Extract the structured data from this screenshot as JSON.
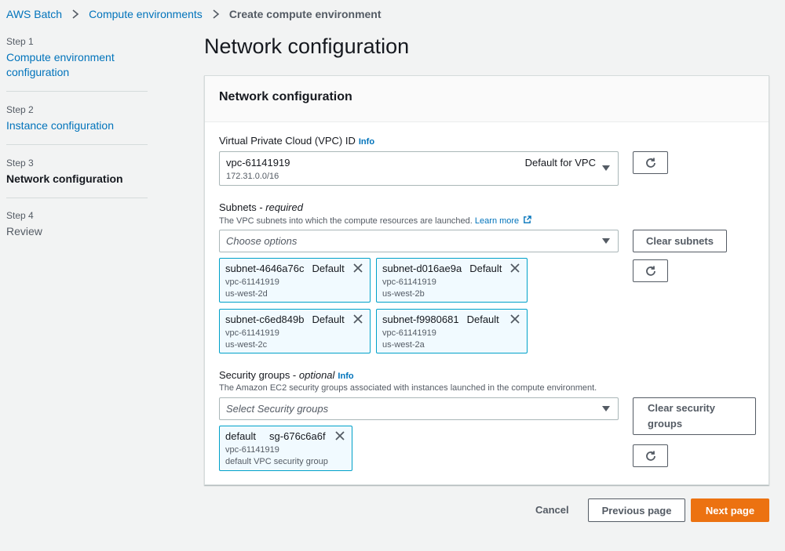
{
  "breadcrumb": {
    "items": [
      "AWS Batch",
      "Compute environments"
    ],
    "current": "Create compute environment"
  },
  "steps": [
    {
      "label": "Step 1",
      "title": "Compute environment configuration"
    },
    {
      "label": "Step 2",
      "title": "Instance configuration"
    },
    {
      "label": "Step 3",
      "title": "Network configuration"
    },
    {
      "label": "Step 4",
      "title": "Review"
    }
  ],
  "page_title": "Network configuration",
  "section_title": "Network configuration",
  "vpc": {
    "label": "Virtual Private Cloud (VPC) ID",
    "info": "Info",
    "value": "vpc-61141919",
    "tag": "Default for VPC",
    "cidr": "172.31.0.0/16"
  },
  "subnets": {
    "label": "Subnets - ",
    "label_qualifier": "required",
    "description": "The VPC subnets into which the compute resources are launched.",
    "learn_more": "Learn more",
    "placeholder": "Choose options",
    "clear_button": "Clear subnets",
    "tokens": [
      {
        "id": "subnet-4646a76c",
        "tag": "Default",
        "vpc": "vpc-61141919",
        "zone": "us-west-2d"
      },
      {
        "id": "subnet-d016ae9a",
        "tag": "Default",
        "vpc": "vpc-61141919",
        "zone": "us-west-2b"
      },
      {
        "id": "subnet-c6ed849b",
        "tag": "Default",
        "vpc": "vpc-61141919",
        "zone": "us-west-2c"
      },
      {
        "id": "subnet-f9980681",
        "tag": "Default",
        "vpc": "vpc-61141919",
        "zone": "us-west-2a"
      }
    ]
  },
  "security_groups": {
    "label": "Security groups - ",
    "label_qualifier": "optional",
    "info": "Info",
    "description": "The Amazon EC2 security groups associated with instances launched in the compute environment.",
    "placeholder": "Select Security groups",
    "clear_button": "Clear security groups",
    "tokens": [
      {
        "name": "default",
        "id": "sg-676c6a6f",
        "vpc": "vpc-61141919",
        "desc": "default VPC security group"
      }
    ]
  },
  "footer": {
    "cancel": "Cancel",
    "previous": "Previous page",
    "next": "Next page"
  },
  "colors": {
    "link": "#0073bb",
    "primary": "#ec7211",
    "token_bg": "#f1faff",
    "token_border": "#00a1c9"
  },
  "icons": [
    "chevron-right-icon",
    "caret-down-icon",
    "refresh-icon",
    "close-icon",
    "external-link-icon"
  ]
}
